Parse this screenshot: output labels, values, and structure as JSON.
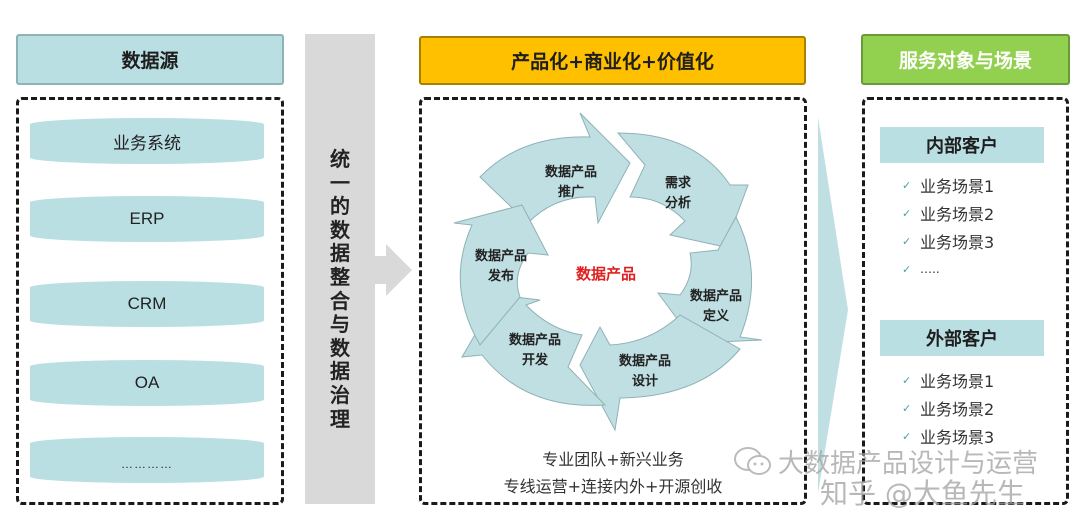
{
  "columns": {
    "source": {
      "header": "数据源",
      "items": [
        "业务系统",
        "ERP",
        "CRM",
        "OA",
        "…………"
      ]
    },
    "integration": {
      "label_chars": [
        "统",
        "一",
        "的",
        "数",
        "据",
        "整",
        "合",
        "与",
        "数",
        "据",
        "治",
        "理"
      ],
      "label": "统一的数据整合与数据治理"
    },
    "product": {
      "header": "产品化+商业化+价值化",
      "center": "数据产品",
      "cycle": [
        {
          "line1": "需求",
          "line2": "分析"
        },
        {
          "line1": "数据产品",
          "line2": "定义"
        },
        {
          "line1": "数据产品",
          "line2": "设计"
        },
        {
          "line1": "数据产品",
          "line2": "开发"
        },
        {
          "line1": "数据产品",
          "line2": "发布"
        },
        {
          "line1": "数据产品",
          "line2": "推广"
        }
      ],
      "footer": [
        "专业团队+新兴业务",
        "专线运营+连接内外+开源创收"
      ]
    },
    "service": {
      "header": "服务对象与场景",
      "groups": [
        {
          "title": "内部客户",
          "items": [
            "业务场景1",
            "业务场景2",
            "业务场景3",
            "….."
          ]
        },
        {
          "title": "外部客户",
          "items": [
            "业务场景1",
            "业务场景2",
            "业务场景3"
          ]
        }
      ]
    }
  },
  "icons": {
    "check": "✓",
    "wechat": "wechat-icon"
  },
  "watermark": {
    "line1": "大数据产品设计与运营",
    "line2": "知乎 @大鱼先生"
  },
  "colors": {
    "source_fill": "#b9dfe3",
    "product_header": "#ffc000",
    "service_header": "#92d050",
    "integration_bar": "#d9d9d9",
    "cycle_fill": "#bfdfe3",
    "center_text": "#e02020"
  }
}
